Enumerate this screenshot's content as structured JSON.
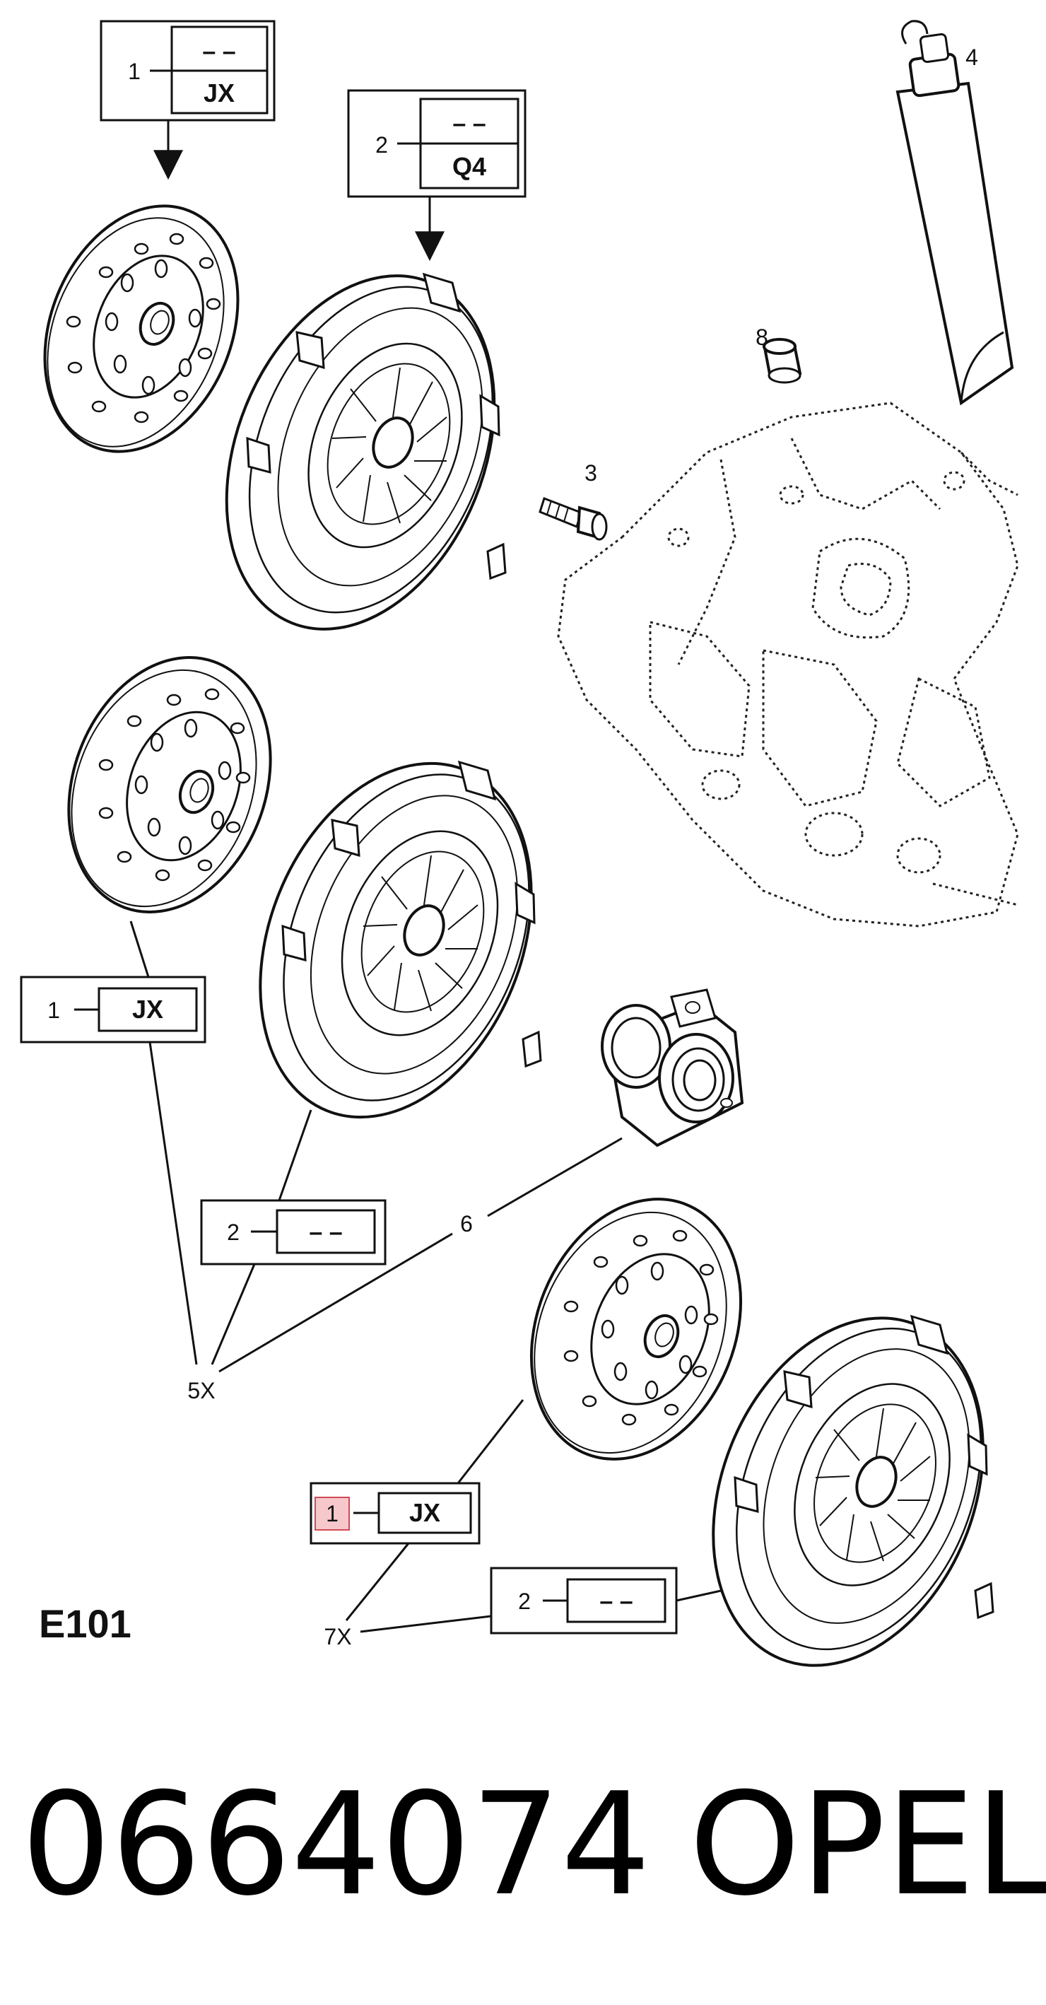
{
  "diagram_code": "E101",
  "part_number": "0664074",
  "brand": "OPEL",
  "dash": "– –",
  "callouts": [
    {
      "num": "1",
      "code": "JX"
    },
    {
      "num": "2",
      "code": "Q4"
    },
    {
      "num": "3"
    },
    {
      "num": "4"
    },
    {
      "num": "8"
    },
    {
      "num": "1",
      "code": "JX"
    },
    {
      "num": "2",
      "code": "– –"
    },
    {
      "num": "6"
    },
    {
      "num": "5X"
    },
    {
      "num": "1",
      "code": "JX"
    },
    {
      "num": "2",
      "code": "– –"
    },
    {
      "num": "7X"
    }
  ],
  "highlight_color": "#f6c8cc",
  "highlight_border": "#d24a55"
}
